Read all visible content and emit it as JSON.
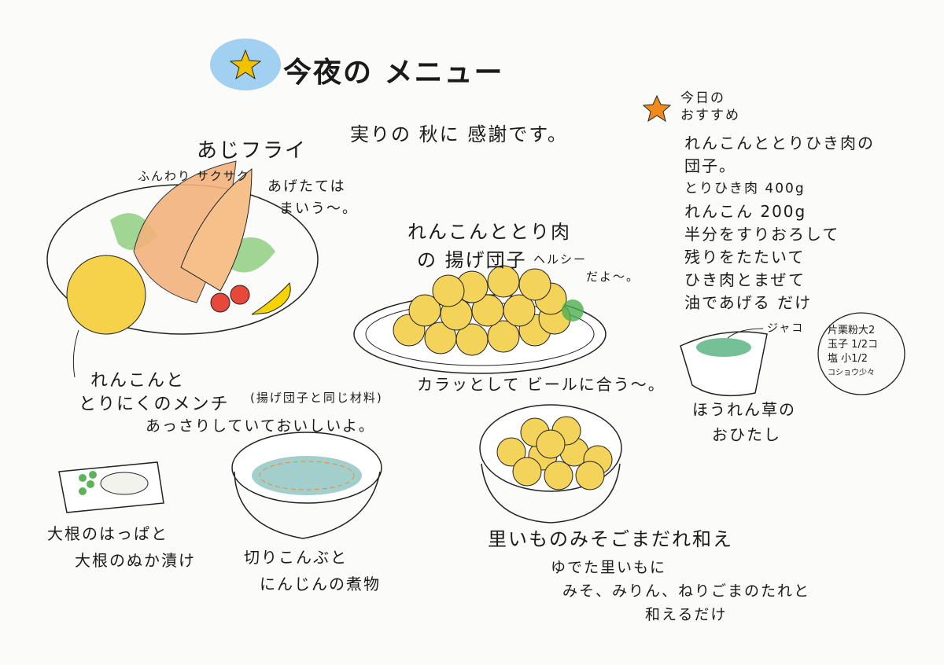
{
  "title": "今夜の メニュー",
  "subtitle": "実りの 秋に 感謝です。",
  "aji": {
    "name": "あじフライ",
    "note1": "ふんわり サクサク",
    "note2a": "あげたては",
    "note2b": "まいう〜。"
  },
  "dango": {
    "name1": "れんこんととり肉",
    "name2": "の 揚げ団子",
    "note_a": "ヘルシー",
    "note_b": "だよ〜。",
    "comment": "カラッとして ビールに合う〜。"
  },
  "menchi": {
    "line1": "れんこんと",
    "line2": "とりにくのメンチ",
    "paren": "(揚げ団子と同じ材料)",
    "line3": "あっさりしていておいしいよ。"
  },
  "recommend": {
    "label1": "今日の",
    "label2": "おすすめ",
    "lines": [
      "れんこんととりひき肉の",
      "団子。",
      "とりひき肉 400g",
      "れんこん 200g",
      "半分をすりおろして",
      "残りをたたいて",
      "ひき肉とまぜて",
      "油であげる だけ"
    ],
    "extras": [
      "片栗粉大2",
      "玉子 1/2コ",
      "塩 小1/2",
      "コショウ少々"
    ]
  },
  "spinach": {
    "jako": "ジャコ",
    "line1": "ほうれん草の",
    "line2": "おひたし"
  },
  "daikon": {
    "line1": "大根のはっぱと",
    "line2": "大根のぬか漬け"
  },
  "kombu": {
    "line1": "切りこんぶと",
    "line2": "にんじんの煮物"
  },
  "satoimo": {
    "name": "里いものみそごまだれ和え",
    "line1": "ゆでた里いもに",
    "line2": "みそ、みりん、ねりごまのたれと",
    "line3": "和えるだけ"
  },
  "colors": {
    "star": "#f2c200",
    "blob": "#6fb6e6",
    "orange_star": "#f08a1c",
    "ball": "#f4d35a",
    "green": "#4caf50",
    "tomato": "#e8483a",
    "fish": "#f0a070"
  }
}
